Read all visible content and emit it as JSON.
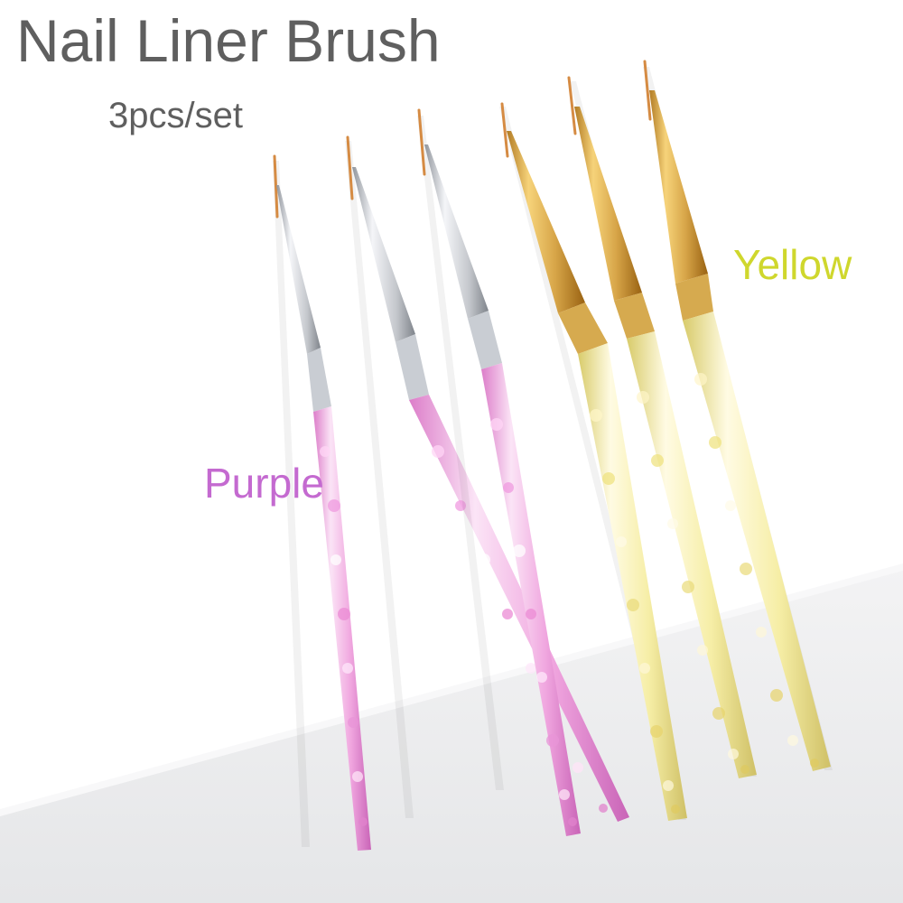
{
  "product": {
    "title": "Nail Liner Brush",
    "subtitle": "3pcs/set"
  },
  "labels": {
    "purple": {
      "text": "Purple",
      "color": "#c46ad0"
    },
    "yellow": {
      "text": "Yellow",
      "color": "#cfd72d"
    }
  },
  "palette": {
    "background": "#ffffff",
    "floor": "#eeeeef",
    "silver_ferrule": "#d7d9de",
    "gold_ferrule": "#d9aa45",
    "pink_handle": "#f3b6e5",
    "yellow_handle": "#f5ec9a",
    "bristle": "#d58b43"
  }
}
